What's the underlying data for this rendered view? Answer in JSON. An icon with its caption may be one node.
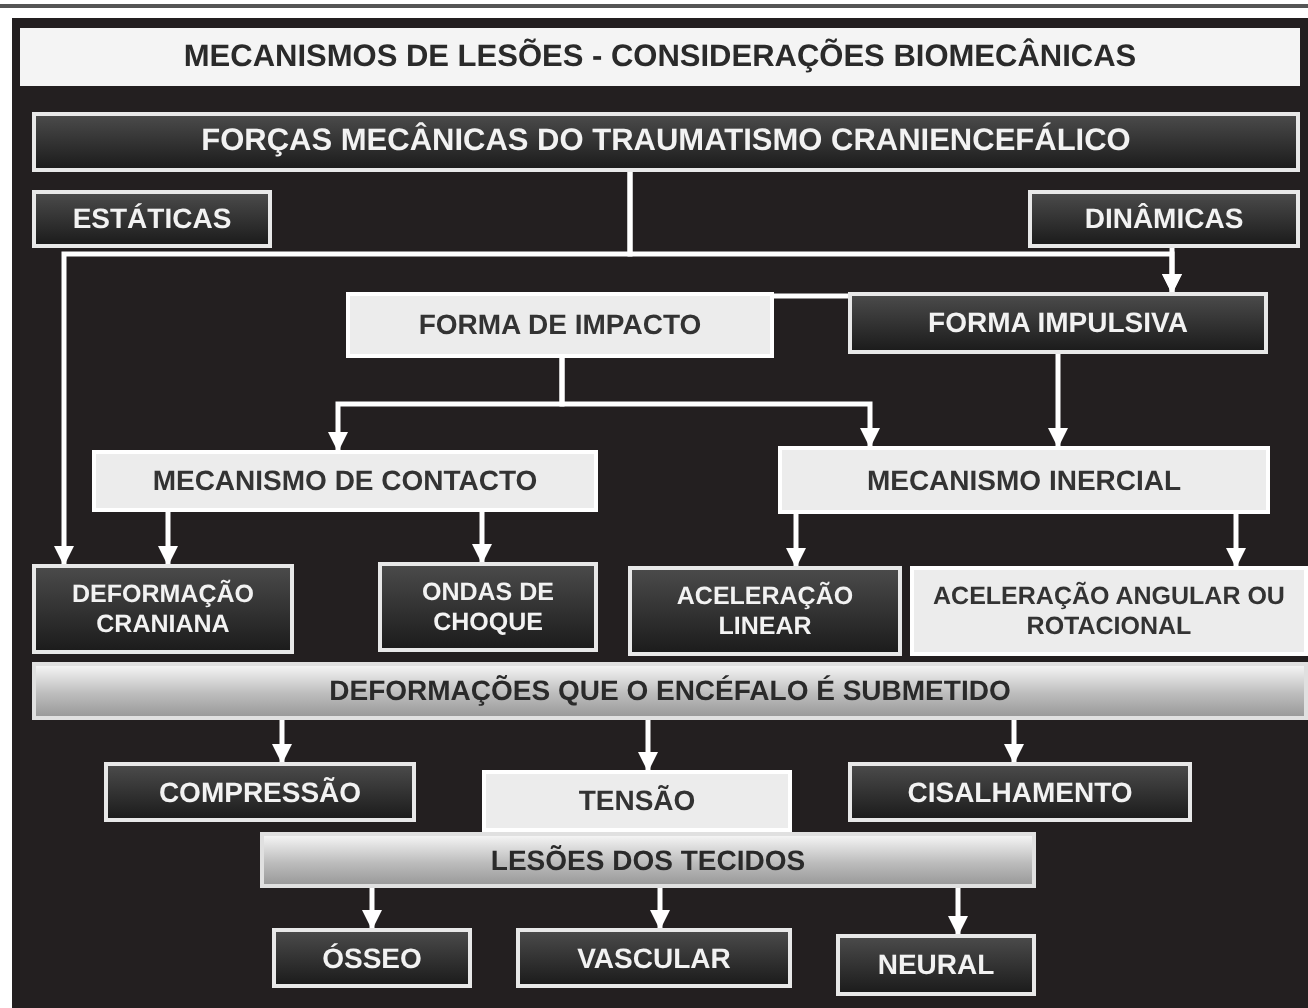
{
  "diagram": {
    "title": "MECANISMOS DE LESÕES - CONSIDERAÇÕES BIOMECÂNICAS",
    "nodes": [
      {
        "text": [
          "FORÇAS MECÂNICAS DO TRAUMATISMO CRANIENCEFÁLICO"
        ]
      },
      {
        "text": [
          "ESTÁTICAS"
        ]
      },
      {
        "text": [
          "DINÂMICAS"
        ]
      },
      {
        "text": [
          "FORMA DE IMPACTO"
        ]
      },
      {
        "text": [
          "FORMA IMPULSIVA"
        ]
      },
      {
        "text": [
          "MECANISMO DE CONTACTO"
        ]
      },
      {
        "text": [
          "MECANISMO INERCIAL"
        ]
      },
      {
        "text": [
          "DEFORMAÇÃO CRANIANA"
        ]
      },
      {
        "text": [
          "ONDAS DE CHOQUE"
        ]
      },
      {
        "text": [
          "ACELERAÇÃO LINEAR"
        ]
      },
      {
        "text": [
          "ACELERAÇÃO ANGULAR OU ROTACIONAL"
        ]
      },
      {
        "text": [
          "DEFORMAÇÕES QUE O ENCÉFALO É SUBMETIDO"
        ]
      },
      {
        "text": [
          "COMPRESSÃO"
        ]
      },
      {
        "text": [
          "TENSÃO"
        ]
      },
      {
        "text": [
          "CISALHAMENTO"
        ]
      },
      {
        "text": [
          "LESÕES DOS TECIDOS"
        ]
      },
      {
        "text": [
          "ÓSSEO"
        ]
      },
      {
        "text": [
          "VASCULAR"
        ]
      },
      {
        "text": [
          "NEURAL"
        ]
      }
    ],
    "edges": [
      {
        "from": 0,
        "to": 7,
        "arrow": "to"
      },
      {
        "from": 0,
        "to": 4,
        "arrow": "to"
      },
      {
        "from": 2,
        "to": 4,
        "arrow": "to"
      },
      {
        "from": 3,
        "to": 4,
        "arrow": "none"
      },
      {
        "from": 3,
        "to": 5,
        "arrow": "to"
      },
      {
        "from": 3,
        "to": 6,
        "arrow": "to"
      },
      {
        "from": 4,
        "to": 6,
        "arrow": "to"
      },
      {
        "from": 5,
        "to": 7,
        "arrow": "to"
      },
      {
        "from": 5,
        "to": 8,
        "arrow": "to"
      },
      {
        "from": 6,
        "to": 9,
        "arrow": "to"
      },
      {
        "from": 6,
        "to": 10,
        "arrow": "to"
      },
      {
        "from": 11,
        "to": 12,
        "arrow": "to"
      },
      {
        "from": 11,
        "to": 13,
        "arrow": "to"
      },
      {
        "from": 11,
        "to": 14,
        "arrow": "to"
      },
      {
        "from": 15,
        "to": 16,
        "arrow": "to"
      },
      {
        "from": 15,
        "to": 17,
        "arrow": "to"
      },
      {
        "from": 15,
        "to": 18,
        "arrow": "to"
      }
    ]
  }
}
